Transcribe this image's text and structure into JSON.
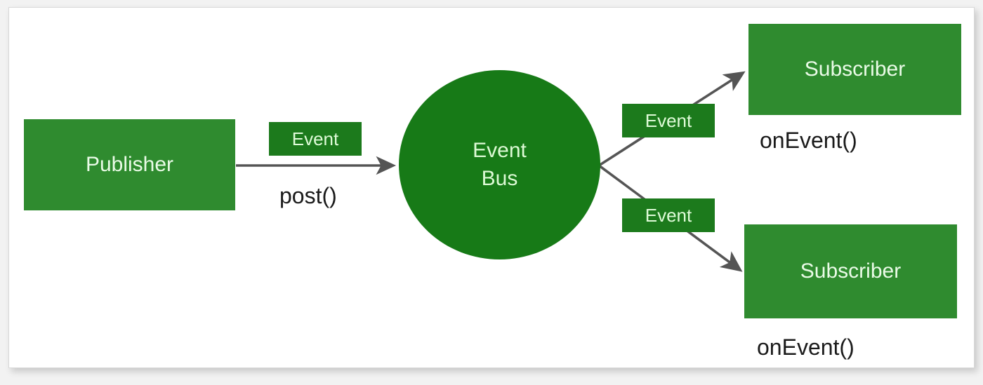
{
  "diagram": {
    "type": "event-bus-publish-subscribe",
    "background_color": "#f2f2f2",
    "card_color": "#ffffff",
    "palette": {
      "box_green": "#2f8b2f",
      "circle_green": "#177a17",
      "chip_green": "#1c7a1c",
      "node_text": "#eafbe7",
      "caption_text": "#1b1b1b",
      "arrow_gray": "#555555"
    },
    "nodes": [
      {
        "id": "publisher",
        "label": "Publisher",
        "shape": "rectangle",
        "fill": "#2f8b2f"
      },
      {
        "id": "event-bus",
        "label_line1": "Event",
        "label_line2": "Bus",
        "shape": "circle",
        "fill": "#177a17"
      },
      {
        "id": "subscriber-top",
        "label": "Subscriber",
        "shape": "rectangle",
        "fill": "#2f8b2f"
      },
      {
        "id": "subscriber-bottom",
        "label": "Subscriber",
        "shape": "rectangle",
        "fill": "#2f8b2f"
      }
    ],
    "chips": [
      {
        "id": "event-chip-publish",
        "label": "Event"
      },
      {
        "id": "event-chip-top",
        "label": "Event"
      },
      {
        "id": "event-chip-bottom",
        "label": "Event"
      }
    ],
    "captions": [
      {
        "id": "post-caption",
        "label": "post()"
      },
      {
        "id": "on-event-caption-top",
        "label": "onEvent()"
      },
      {
        "id": "on-event-caption-bottom",
        "label": "onEvent()"
      }
    ],
    "edges": [
      {
        "from": "publisher",
        "to": "event-bus",
        "label": "post()",
        "chip": "Event"
      },
      {
        "from": "event-bus",
        "to": "subscriber-top",
        "label": "onEvent()",
        "chip": "Event"
      },
      {
        "from": "event-bus",
        "to": "subscriber-bottom",
        "label": "onEvent()",
        "chip": "Event"
      }
    ]
  }
}
